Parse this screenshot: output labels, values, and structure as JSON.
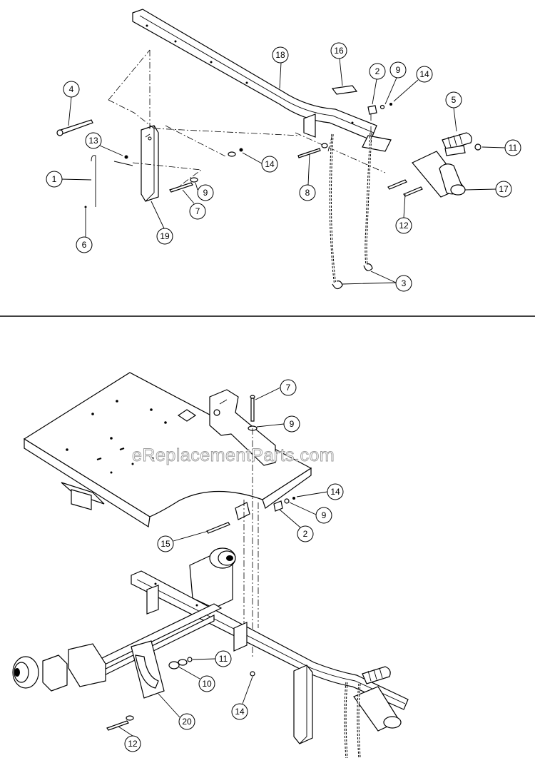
{
  "watermark": "eReplacementParts.com",
  "callouts_top": [
    "18",
    "16",
    "2",
    "9",
    "14",
    "4",
    "5",
    "13",
    "11",
    "14",
    "1",
    "9",
    "8",
    "17",
    "7",
    "6",
    "19",
    "12",
    "3"
  ],
  "callouts_bottom": [
    "7",
    "9",
    "14",
    "9",
    "15",
    "2",
    "11",
    "10",
    "14",
    "20",
    "12"
  ]
}
